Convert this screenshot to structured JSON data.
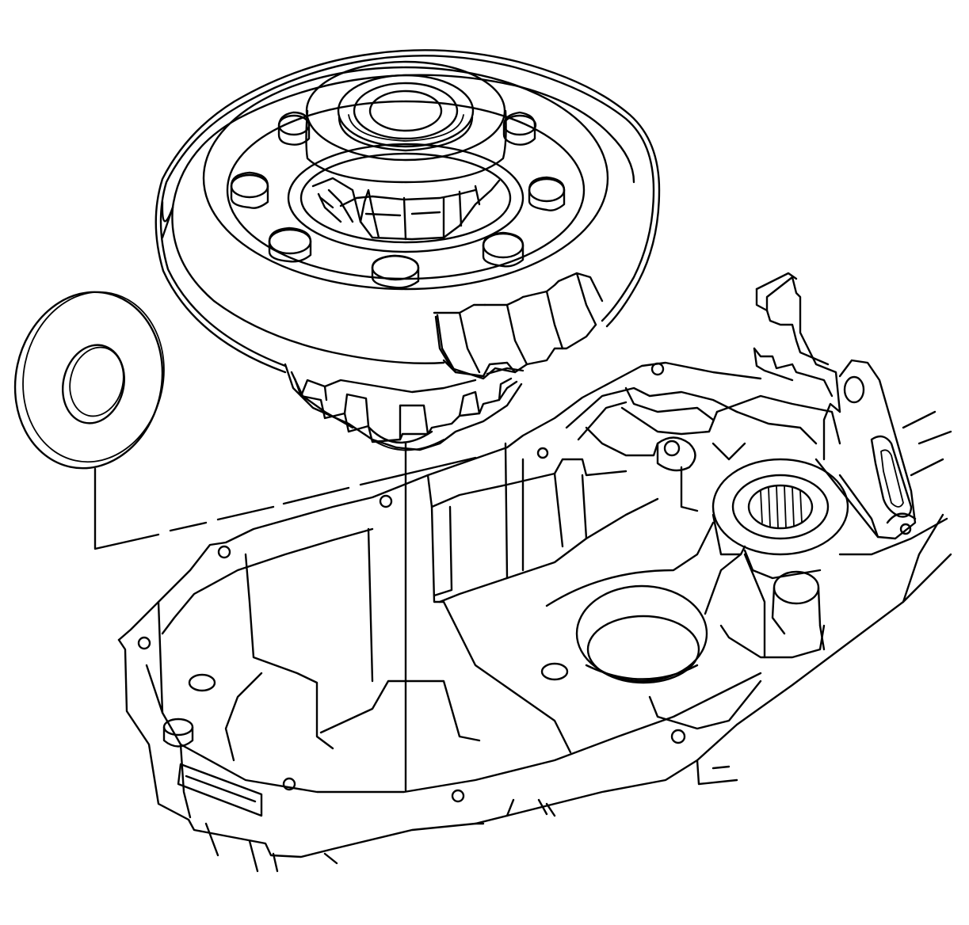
{
  "diagram": {
    "kind": "exploded-view line drawing",
    "parts": [
      {
        "id": "differential-assembly",
        "icon": "ring-gear-differential-icon"
      },
      {
        "id": "thrust-washer",
        "icon": "washer-icon"
      },
      {
        "id": "transaxle-case",
        "icon": "case-housing-icon"
      },
      {
        "id": "shift-bracket",
        "icon": "bracket-icon"
      }
    ]
  },
  "colors": {
    "line": "#000000",
    "background": "#ffffff"
  }
}
